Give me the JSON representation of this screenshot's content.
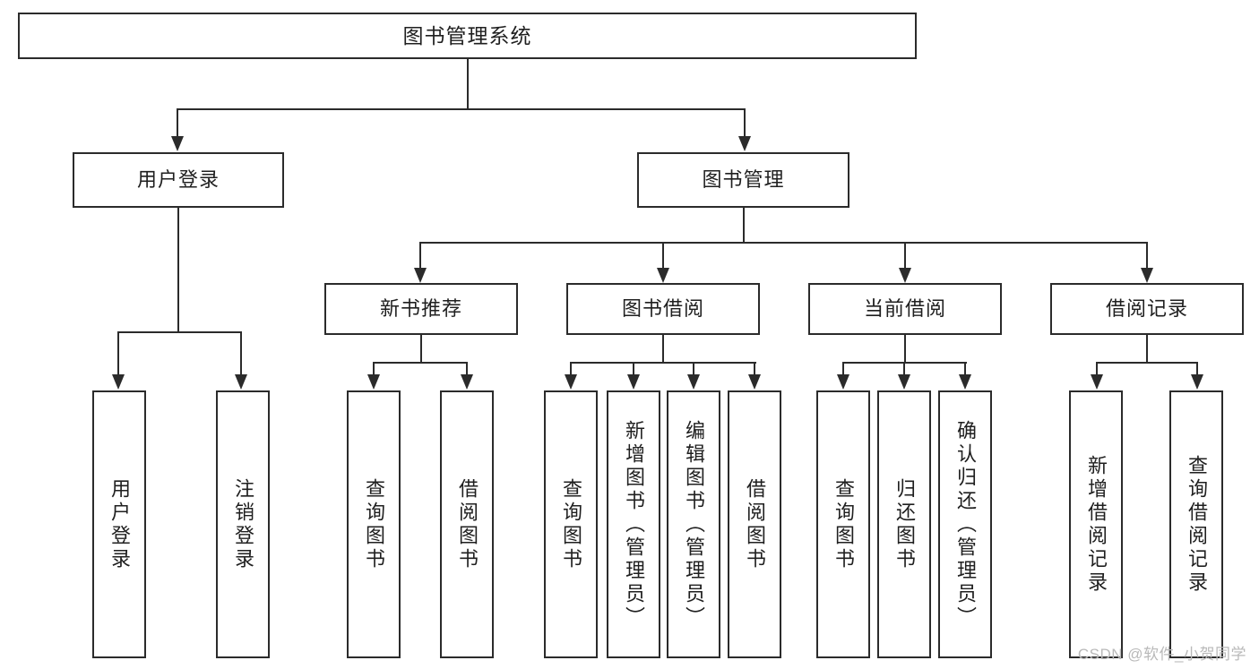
{
  "diagram": {
    "type": "tree-hierarchy-chart",
    "title": "图书管理系统",
    "watermark": "CSDN @软件_小贺同学",
    "colors": {
      "box_border": "#2b2b2b",
      "box_fill": "#ffffff",
      "text": "#1f1f1f",
      "connector": "#2b2b2b",
      "watermark": "#b9b9b9",
      "background": "#ffffff"
    }
  },
  "nodes": {
    "root": {
      "label": "图书管理系统",
      "level": 1
    },
    "level2": [
      {
        "id": "user-login",
        "label": "用户登录"
      },
      {
        "id": "book-management",
        "label": "图书管理"
      }
    ],
    "level3": [
      {
        "id": "new-book-recommend",
        "label": "新书推荐"
      },
      {
        "id": "book-borrow",
        "label": "图书借阅"
      },
      {
        "id": "current-borrow",
        "label": "当前借阅"
      },
      {
        "id": "borrow-record",
        "label": "借阅记录"
      }
    ],
    "leaves": {
      "user_login": [
        {
          "id": "leaf-user-login",
          "label": "用户登录"
        },
        {
          "id": "leaf-logout-login",
          "label": "注销登录"
        }
      ],
      "new_book_recommend": [
        {
          "id": "leaf-query-book-1",
          "label": "查询图书"
        },
        {
          "id": "leaf-borrow-book-1",
          "label": "借阅图书"
        }
      ],
      "book_borrow": [
        {
          "id": "leaf-query-book-2",
          "label": "查询图书"
        },
        {
          "id": "leaf-add-book",
          "label": "新增图书（管理员）"
        },
        {
          "id": "leaf-edit-book",
          "label": "编辑图书（管理员）"
        },
        {
          "id": "leaf-borrow-book-2",
          "label": "借阅图书"
        }
      ],
      "current_borrow": [
        {
          "id": "leaf-query-book-3",
          "label": "查询图书"
        },
        {
          "id": "leaf-return-book",
          "label": "归还图书"
        },
        {
          "id": "leaf-confirm-return",
          "label": "确认归还（管理员）"
        }
      ],
      "borrow_record": [
        {
          "id": "leaf-add-borrow-record",
          "label": "新增借阅记录"
        },
        {
          "id": "leaf-query-borrow-record",
          "label": "查询借阅记录"
        }
      ]
    }
  }
}
